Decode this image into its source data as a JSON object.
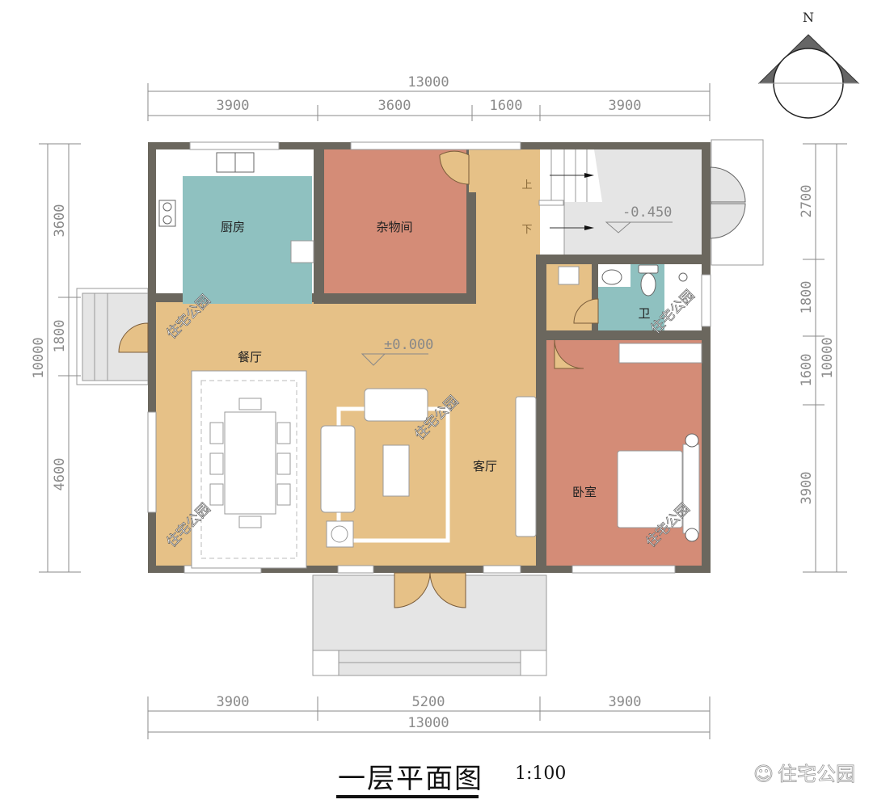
{
  "drawing": {
    "title": "一层平面图",
    "scale": "1:100",
    "brand": "住宅公园",
    "watermark": "住宅公园",
    "north_label": "N"
  },
  "dimensions": {
    "top_total": "13000",
    "top_segments": [
      "3900",
      "3600",
      "1600",
      "3900"
    ],
    "bottom_segments": [
      "3900",
      "5200",
      "3900"
    ],
    "bottom_total": "13000",
    "left_total": "10000",
    "left_segments": [
      "3600",
      "1800",
      "4600"
    ],
    "right_total": "10000",
    "right_segments": [
      "2700",
      "1800",
      "1600",
      "3900"
    ]
  },
  "rooms": {
    "kitchen": "厨房",
    "storage": "杂物间",
    "dining": "餐厅",
    "living": "客厅",
    "bedroom": "卧室",
    "bathroom": "卫"
  },
  "stairs": {
    "up": "上",
    "down": "下"
  },
  "levels": {
    "main": "±0.000",
    "garage": "-0.450"
  },
  "colors": {
    "wall": "#6b675e",
    "floor_main": "#e6c187",
    "kitchen": "#8fc1c0",
    "storage": "#d48c77",
    "bedroom": "#d48c77",
    "bathroom": "#8fc1c0",
    "exterior": "#e5e5e5",
    "dim_line": "#8a8a8a"
  }
}
